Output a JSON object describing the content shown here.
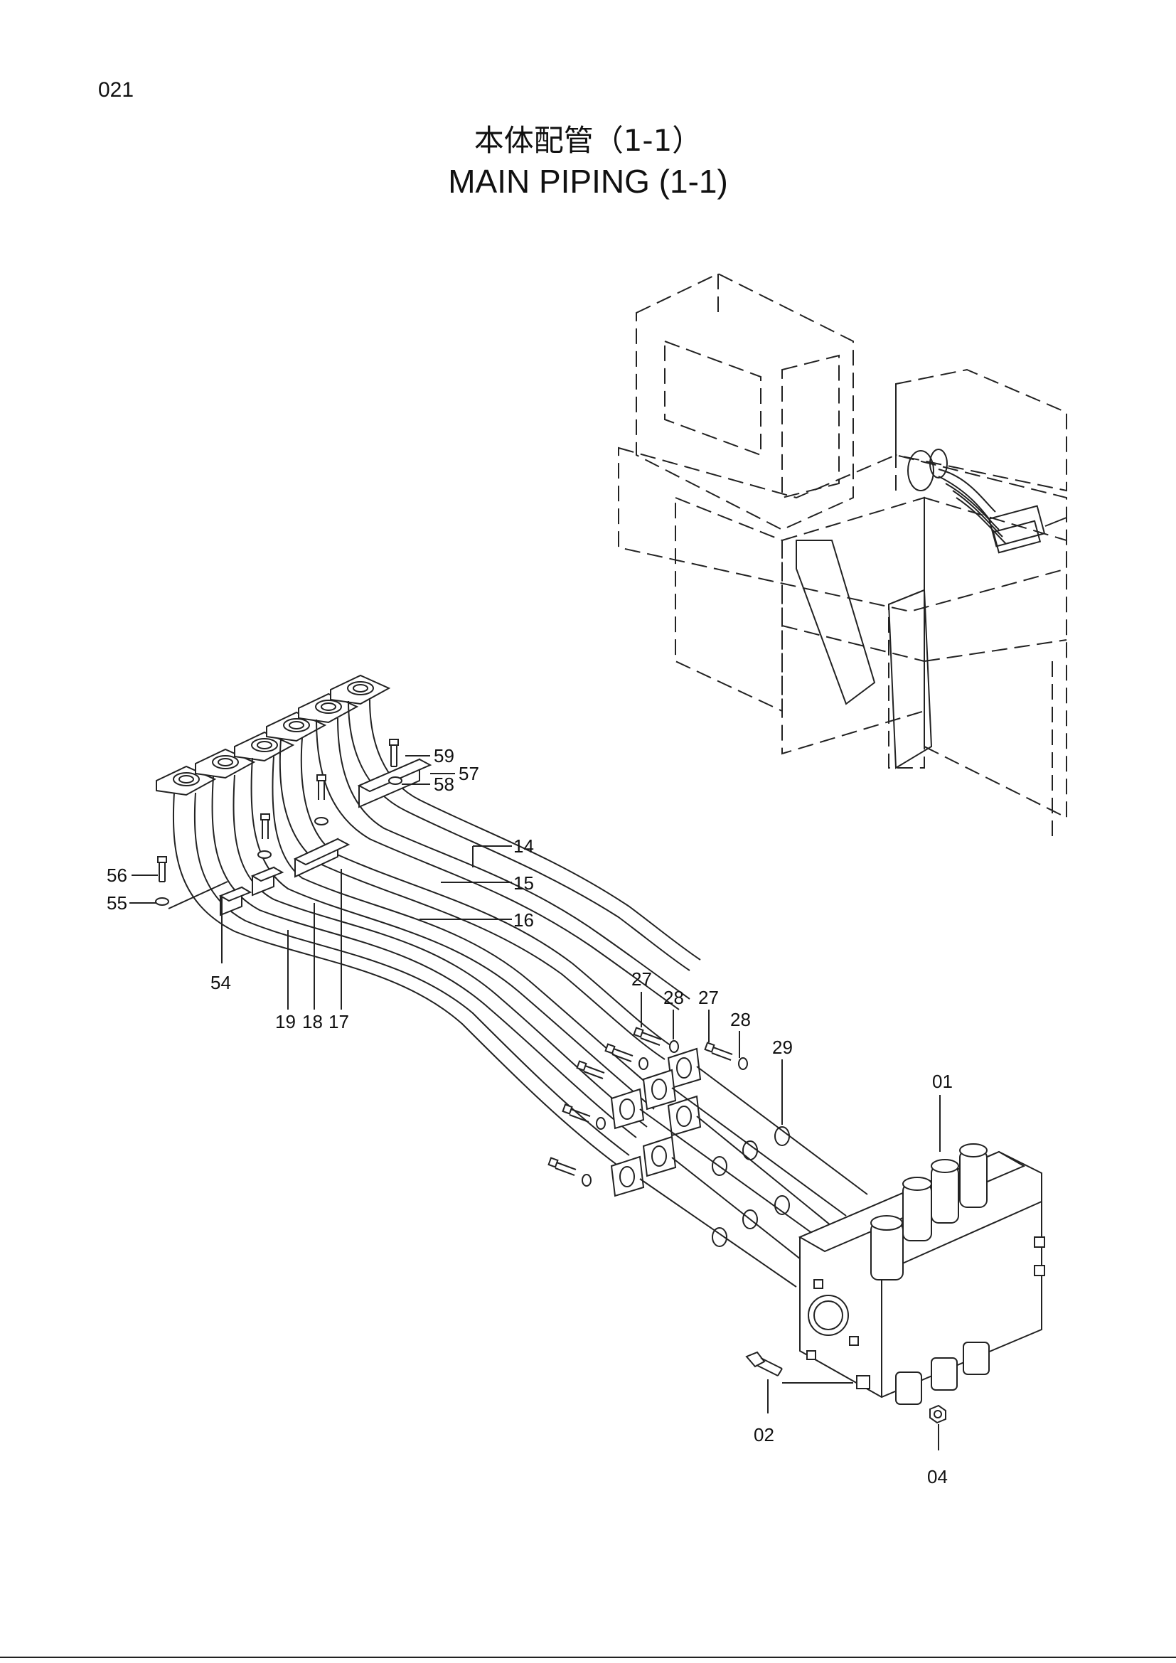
{
  "page_number": "021",
  "title": {
    "japanese": "本体配管（1-1）",
    "english": "MAIN PIPING (1-1)"
  },
  "callouts": {
    "c01": "01",
    "c02": "02",
    "c04": "04",
    "c14": "14",
    "c15": "15",
    "c16": "16",
    "c17": "17",
    "c18": "18",
    "c19": "19",
    "c27a": "27",
    "c27b": "27",
    "c28a": "28",
    "c28b": "28",
    "c29": "29",
    "c54": "54",
    "c55": "55",
    "c56": "56",
    "c57": "57",
    "c58": "58",
    "c59": "59"
  }
}
